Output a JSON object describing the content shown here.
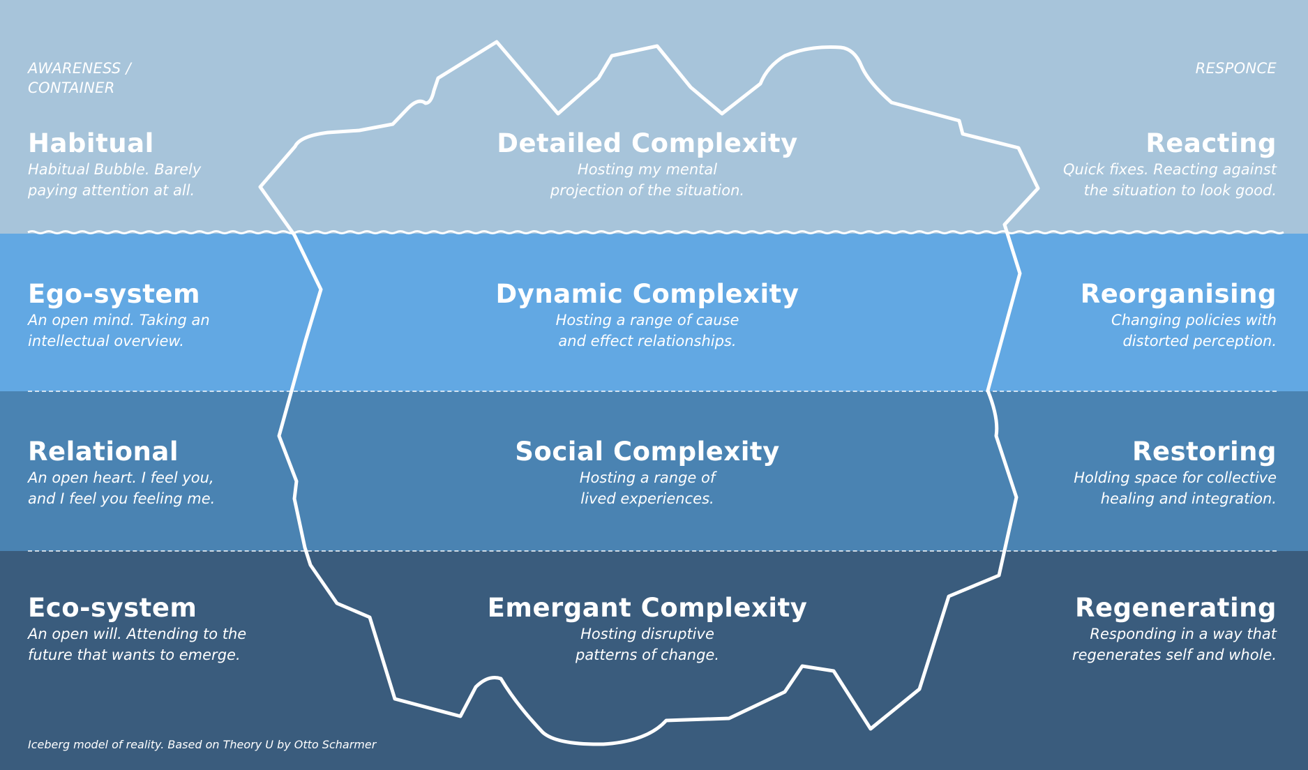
{
  "header": {
    "left_label": "AWARENESS / CONTAINER",
    "right_label": "RESPONCE"
  },
  "rows": [
    {
      "awareness": {
        "title": "Habitual",
        "desc": "Habitual Bubble. Barely paying attention at all."
      },
      "complexity": {
        "title": "Detailed Complexity",
        "desc": "Hosting my mental projection of the situation."
      },
      "response": {
        "title": "Reacting",
        "desc": "Quick fixes. Reacting against the situation to look good."
      }
    },
    {
      "awareness": {
        "title": "Ego-system",
        "desc": "An open mind. Taking an intellectual overview."
      },
      "complexity": {
        "title": "Dynamic Complexity",
        "desc": "Hosting a range of cause and effect relationships."
      },
      "response": {
        "title": "Reorganising",
        "desc": "Changing policies with distorted perception."
      }
    },
    {
      "awareness": {
        "title": "Relational",
        "desc": "An open heart. I feel you, and I feel you feeling me."
      },
      "complexity": {
        "title": "Social Complexity",
        "desc": "Hosting a range of lived experiences."
      },
      "response": {
        "title": "Restoring",
        "desc": "Holding space for collective healing and integration."
      }
    },
    {
      "awareness": {
        "title": "Eco-system",
        "desc": "An open will. Attending to the future that wants to emerge."
      },
      "complexity": {
        "title": "Emergant Complexity",
        "desc": "Hosting disruptive patterns of change."
      },
      "response": {
        "title": "Regenerating",
        "desc": "Responding in a way that regenerates self and whole."
      }
    }
  ],
  "footer": "Iceberg model of reality. Based on Theory U by Otto Scharmer",
  "colors": {
    "above_water": "#a7c4da",
    "layer_2": "#62a8e3",
    "layer_3": "#4a83b2",
    "layer_4": "#3a5c7d",
    "outline": "#ffffff"
  }
}
